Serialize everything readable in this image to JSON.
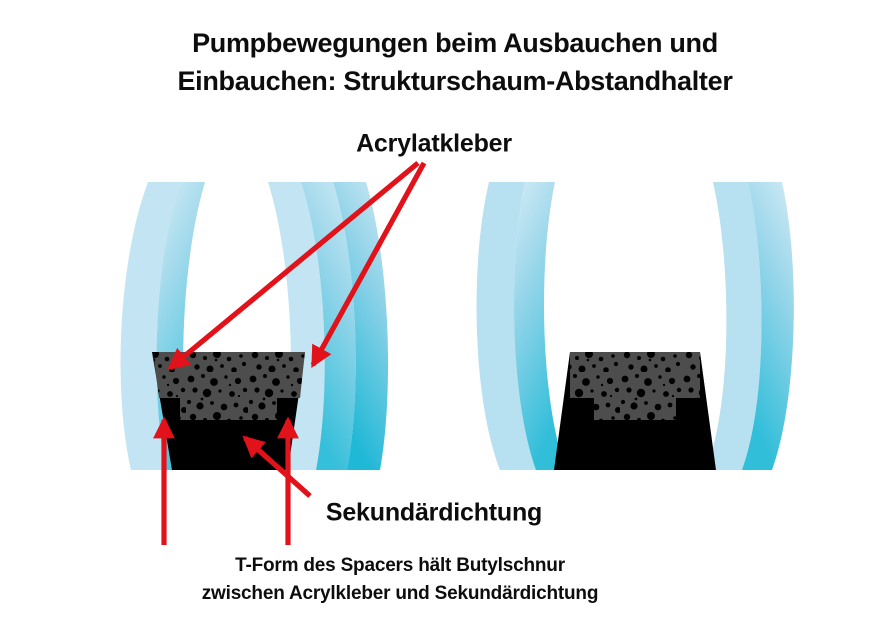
{
  "figure": {
    "title_line1": "Pumpbewegungen beim Ausbauchen und",
    "title_line2": "Einbauchen: Strukturschaum-Abstandhalter",
    "labels": {
      "acrylate_adhesive": "Acrylatkleber",
      "secondary_seal": "Sekundärdichtung",
      "caption_line1": "T-Form des Spacers hält Butylschnur",
      "caption_line2": "zwischen Acrylkleber und Sekundärdichtung"
    },
    "colors": {
      "text": "#0d0d0d",
      "arrow_red": "#e1121a",
      "glass_light": "#c9e7f2",
      "glass_mid": "#a8d9ea",
      "glass_teal": "#2cb9d4",
      "spacer_foam": "#4d4d4d",
      "spacer_speckle": "#000000",
      "secondary_seal_black": "#000000",
      "background": "#ffffff"
    },
    "panels": [
      {
        "name": "einbauchen-panel",
        "state": "Einbauchen",
        "description": "Glasscheiben nach innen gewölbt, Acrylatkleber-Pfeile auf Schaumspacer"
      },
      {
        "name": "ausbauchen-panel",
        "state": "Ausbauchen",
        "description": "Glasscheiben nach außen gewölbt, T-Form Spacer mit Butylschnur"
      }
    ],
    "components": [
      {
        "name": "glass-pane",
        "label": "Glasscheibe"
      },
      {
        "name": "structural-foam-spacer",
        "label": "Strukturschaum-Abstandhalter"
      },
      {
        "name": "butyl-cord",
        "label": "Butylschnur"
      },
      {
        "name": "secondary-seal",
        "label": "Sekundärdichtung"
      }
    ]
  }
}
